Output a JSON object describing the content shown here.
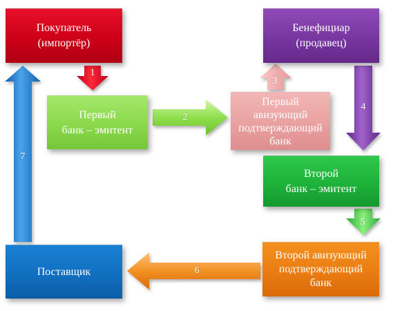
{
  "nodes": [
    {
      "id": "buyer",
      "lines": [
        "Покупатель",
        "(импортёр)"
      ],
      "color": "#d9001c"
    },
    {
      "id": "beneficiary",
      "lines": [
        "Бенефициар",
        "(продавец)"
      ],
      "color": "#7d3aa4"
    },
    {
      "id": "issuing-bank-1",
      "lines": [
        "Первый",
        "банк – эмитент"
      ],
      "color": "#8fde4e"
    },
    {
      "id": "advising-bank-1",
      "lines": [
        "Первый",
        "авизующий",
        "подтверждающий",
        "банк"
      ],
      "color": "#eba2a2"
    },
    {
      "id": "issuing-bank-2",
      "lines": [
        "Второй",
        "банк – эмитент"
      ],
      "color": "#1fb23b"
    },
    {
      "id": "supplier",
      "lines": [
        "Поставщик"
      ],
      "color": "#116fc0"
    },
    {
      "id": "advising-bank-2",
      "lines": [
        "Второй авизующий",
        "подтверждающий",
        "банк"
      ],
      "color": "#ec7f16"
    }
  ],
  "steps": [
    {
      "label": "1",
      "color": "#d9001c"
    },
    {
      "label": "2",
      "color": "#8fde4e"
    },
    {
      "label": "3",
      "color": "#eba2a2"
    },
    {
      "label": "4",
      "color": "#7d3aa4"
    },
    {
      "label": "5",
      "color": "#4cc84a"
    },
    {
      "label": "6",
      "color": "#ec7f16"
    },
    {
      "label": "7",
      "color": "#1e7ed0"
    }
  ]
}
